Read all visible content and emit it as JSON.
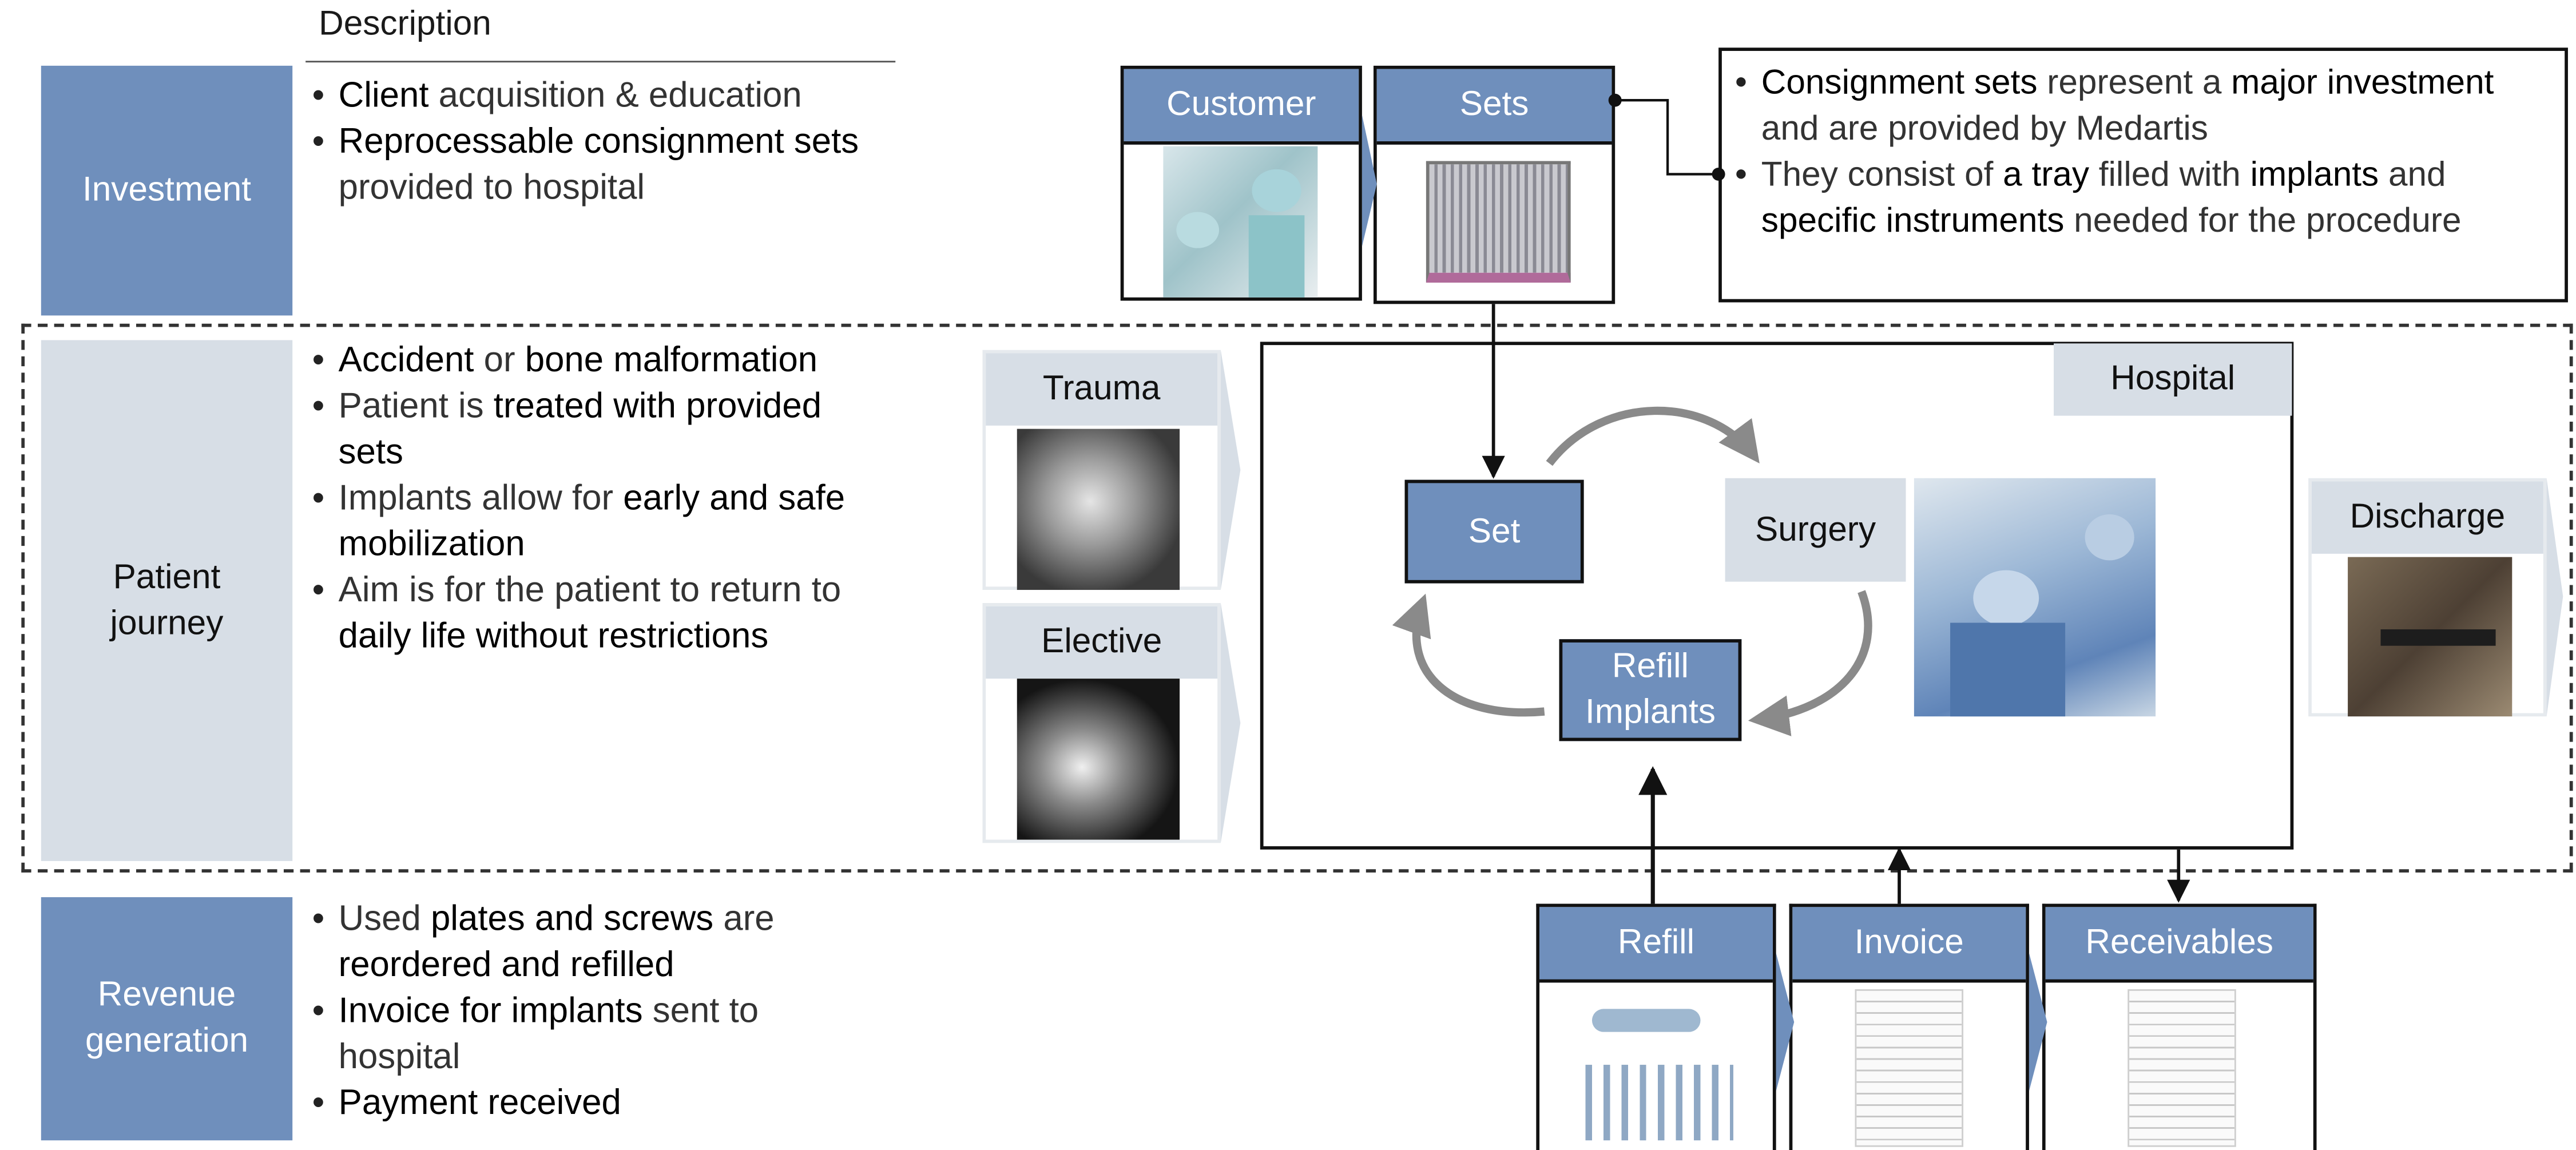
{
  "description_header": "Description",
  "rows": {
    "investment": {
      "label": "Investment",
      "bullets": [
        [
          {
            "t": "Client",
            "b": true
          },
          {
            "t": " acquisition & education"
          }
        ],
        [
          {
            "t": "Reprocessable consignment sets",
            "b": true
          },
          {
            "t": " provided to hospital"
          }
        ]
      ]
    },
    "patient_journey": {
      "label": "Patient journey",
      "bullets": [
        [
          {
            "t": "Accident",
            "b": true
          },
          {
            "t": " or "
          },
          {
            "t": "bone malformation",
            "b": true
          }
        ],
        [
          {
            "t": "Patient is "
          },
          {
            "t": "treated with provided sets",
            "b": true
          }
        ],
        [
          {
            "t": "Implants allow for "
          },
          {
            "t": "early and safe mobilization",
            "b": true
          }
        ],
        [
          {
            "t": "Aim is for the patient to return to "
          },
          {
            "t": "daily life without restrictions",
            "b": true
          }
        ]
      ]
    },
    "revenue": {
      "label": "Revenue generation",
      "bullets": [
        [
          {
            "t": "Used "
          },
          {
            "t": "plates and screws",
            "b": true
          },
          {
            "t": " are "
          },
          {
            "t": "reordered and refilled",
            "b": true
          }
        ],
        [
          {
            "t": "Invoice for implants",
            "b": true
          },
          {
            "t": " sent to hospital"
          }
        ],
        [
          {
            "t": "Payment received",
            "b": true
          }
        ]
      ]
    }
  },
  "investment_cards": {
    "customer": "Customer",
    "sets": "Sets"
  },
  "callout": [
    [
      {
        "t": "Consignment sets",
        "b": true
      },
      {
        "t": " represent a "
      },
      {
        "t": "major investment",
        "b": true
      },
      {
        "t": " and are provided by Medartis"
      }
    ],
    [
      {
        "t": "They consist of "
      },
      {
        "t": "a tray",
        "b": true
      },
      {
        "t": " filled with "
      },
      {
        "t": "implants",
        "b": true
      },
      {
        "t": " and "
      },
      {
        "t": "specific instruments",
        "b": true
      },
      {
        "t": " needed for the procedure"
      }
    ]
  ],
  "journey": {
    "trauma": "Trauma",
    "elective": "Elective",
    "hospital": "Hospital",
    "set": "Set",
    "surgery": "Surgery",
    "refill_implants": "Refill Implants",
    "discharge": "Discharge"
  },
  "revenue_cards": {
    "refill": "Refill",
    "invoice": "Invoice",
    "receivables": "Receivables"
  },
  "colors": {
    "accent_blue": "#6f8fbc",
    "light_grey": "#d7dee6",
    "cycle_arrow": "#8a8a8a"
  }
}
